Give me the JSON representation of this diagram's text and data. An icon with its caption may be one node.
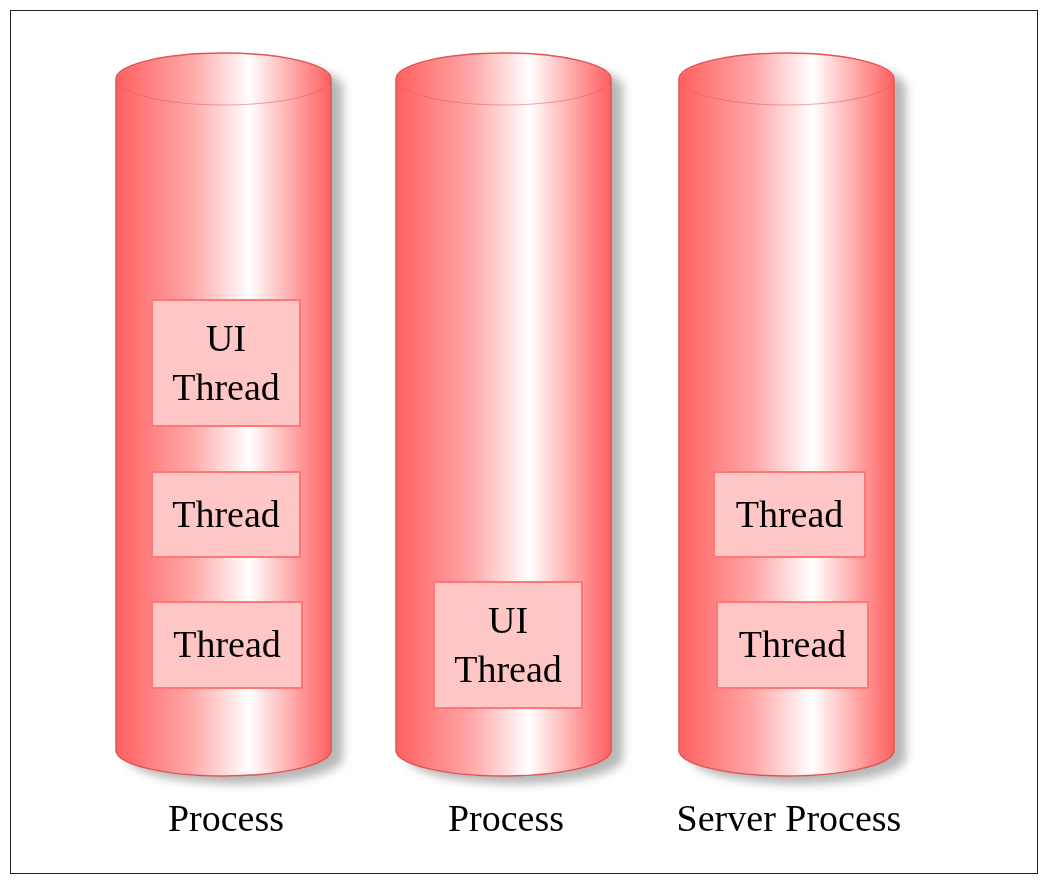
{
  "diagram": {
    "nodes": [
      {
        "text": [
          "Process"
        ]
      },
      {
        "text": [
          "UI Thread"
        ],
        "in": 0
      },
      {
        "text": [
          "Thread"
        ],
        "in": 0
      },
      {
        "text": [
          "Thread"
        ],
        "in": 0
      },
      {
        "text": [
          "Process"
        ]
      },
      {
        "text": [
          "UI Thread"
        ],
        "in": 4
      },
      {
        "text": [
          "Server Process"
        ]
      },
      {
        "text": [
          "Thread"
        ],
        "in": 6
      },
      {
        "text": [
          "Thread"
        ],
        "in": 6
      }
    ]
  }
}
